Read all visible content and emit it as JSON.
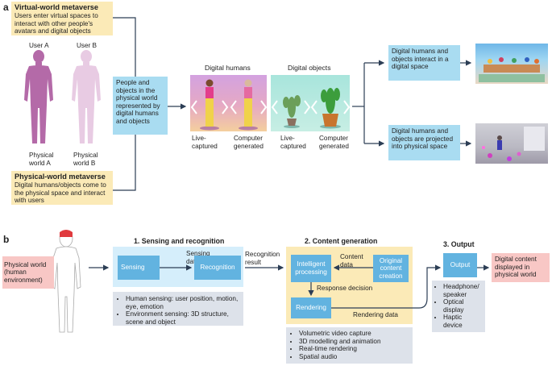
{
  "panel_a": {
    "label": "a",
    "virtual": {
      "title": "Virtual-world metaverse",
      "desc": "Users enter virtual spaces to interact with other people's avatars and digital objects"
    },
    "user_a": "User A",
    "user_b": "User B",
    "world_a": "Physical world A",
    "world_b": "Physical world B",
    "physical": {
      "title": "Physical-world metaverse",
      "desc": "Digital humans/objects come to the physical space and interact with users"
    },
    "people_box": "People and objects in the physical world represented by digital humans and objects",
    "digital_humans": "Digital humans",
    "digital_objects": "Digital objects",
    "live_captured_1": "Live-captured",
    "computer_generated_1": "Computer generated",
    "live_captured_2": "Live-captured",
    "computer_generated_2": "Computer generated",
    "outcome_top": "Digital humans and objects interact in a digital space",
    "outcome_bottom": "Digital humans and objects are projected into physical space"
  },
  "panel_b": {
    "label": "b",
    "physical_world": "Physical world (human environment)",
    "step1_title": "1. Sensing and recognition",
    "sensing": "Sensing",
    "sensing_data": "Sensing data",
    "recognition": "Recognition",
    "recognition_result": "Recognition result",
    "sensing_notes": [
      "Human sensing: user position, motion, eye, emotion",
      "Environment sensing: 3D structure, scene and object"
    ],
    "step2_title": "2. Content generation",
    "intelligent_processing": "Intelligent processing",
    "content_data": "Content data",
    "original_content": "Original content creation",
    "response_decision": "Response decision",
    "rendering": "Rendering",
    "rendering_data": "Rendering data",
    "content_notes": [
      "Volumetric video capture",
      "3D modelling and animation",
      "Real-time rendering",
      "Spatial audio"
    ],
    "step3_title": "3. Output",
    "output": "Output",
    "output_notes": [
      "Headphone/ speaker",
      "Optical display",
      "Haptic device"
    ],
    "displayed": "Digital content displayed in physical world"
  },
  "colors": {
    "yellow": "#fbeab7",
    "light_blue": "#a9dcf1",
    "pink": "#f8c7c5",
    "grey": "#dde2ea",
    "mid_blue": "#62b3e0",
    "arrow": "#2c3e55"
  }
}
